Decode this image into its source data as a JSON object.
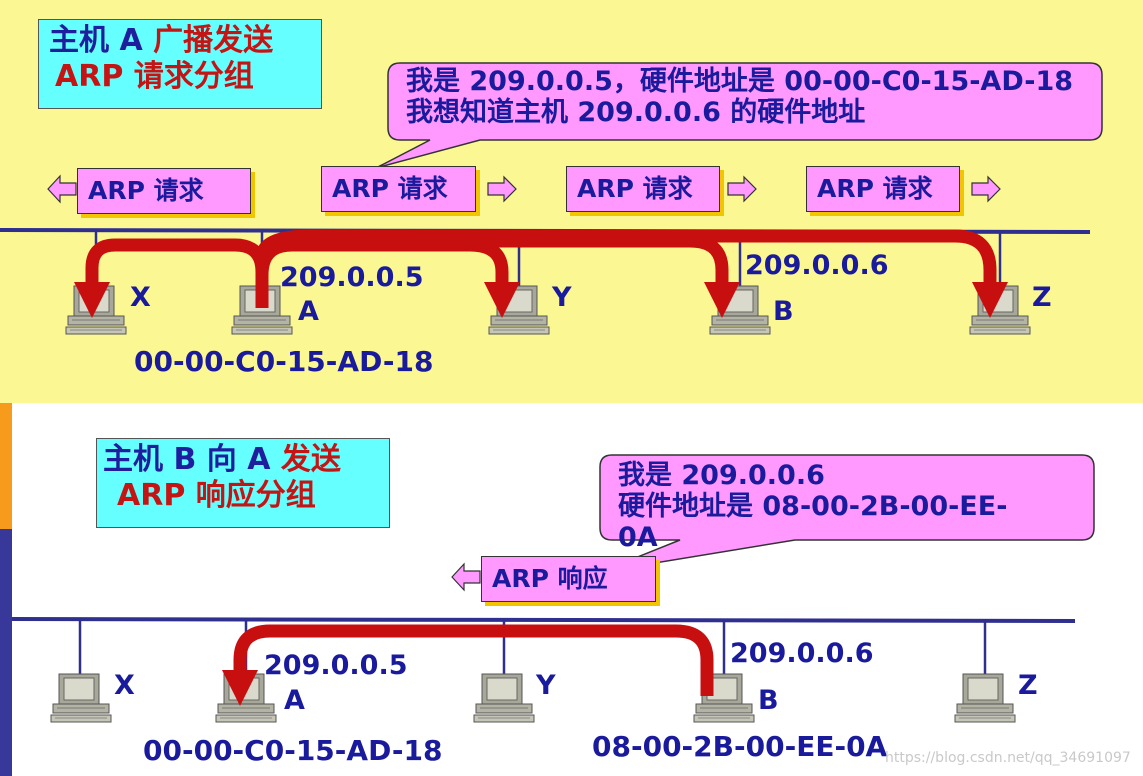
{
  "top": {
    "title_line1_a": "主机 A ",
    "title_line1_b": "广播发送",
    "title_line2": "ARP 请求分组",
    "callout_line1": "我是 209.0.0.5，硬件地址是 00-00-C0-15-AD-18",
    "callout_line2": "我想知道主机 209.0.0.6 的硬件地址",
    "packets": [
      "ARP 请求",
      "ARP 请求",
      "ARP 请求",
      "ARP 请求"
    ],
    "hosts": [
      "X",
      "A",
      "Y",
      "B",
      "Z"
    ],
    "ip_a": "209.0.0.5",
    "ip_b": "209.0.0.6",
    "mac_a": "00-00-C0-15-AD-18"
  },
  "bottom": {
    "title_line1_a": "主机 B 向 A ",
    "title_line1_b": "发送",
    "title_line2": "ARP 响应分组",
    "callout_line1": "我是 209.0.0.6",
    "callout_line2": "硬件地址是 08-00-2B-00-EE-",
    "callout_line3": "0A",
    "packet": "ARP 响应",
    "hosts": [
      "X",
      "A",
      "Y",
      "B",
      "Z"
    ],
    "ip_a": "209.0.0.5",
    "ip_b": "209.0.0.6",
    "mac_a": "00-00-C0-15-AD-18",
    "mac_b": "08-00-2B-00-EE-0A"
  },
  "watermark": "https://blog.csdn.net/qq_34691097",
  "colors": {
    "top_bg": "#fbf793",
    "packet": "#ff99ff",
    "title_box": "#66ffff",
    "arrow": "#c80f0f",
    "text": "#1a1a9c"
  }
}
